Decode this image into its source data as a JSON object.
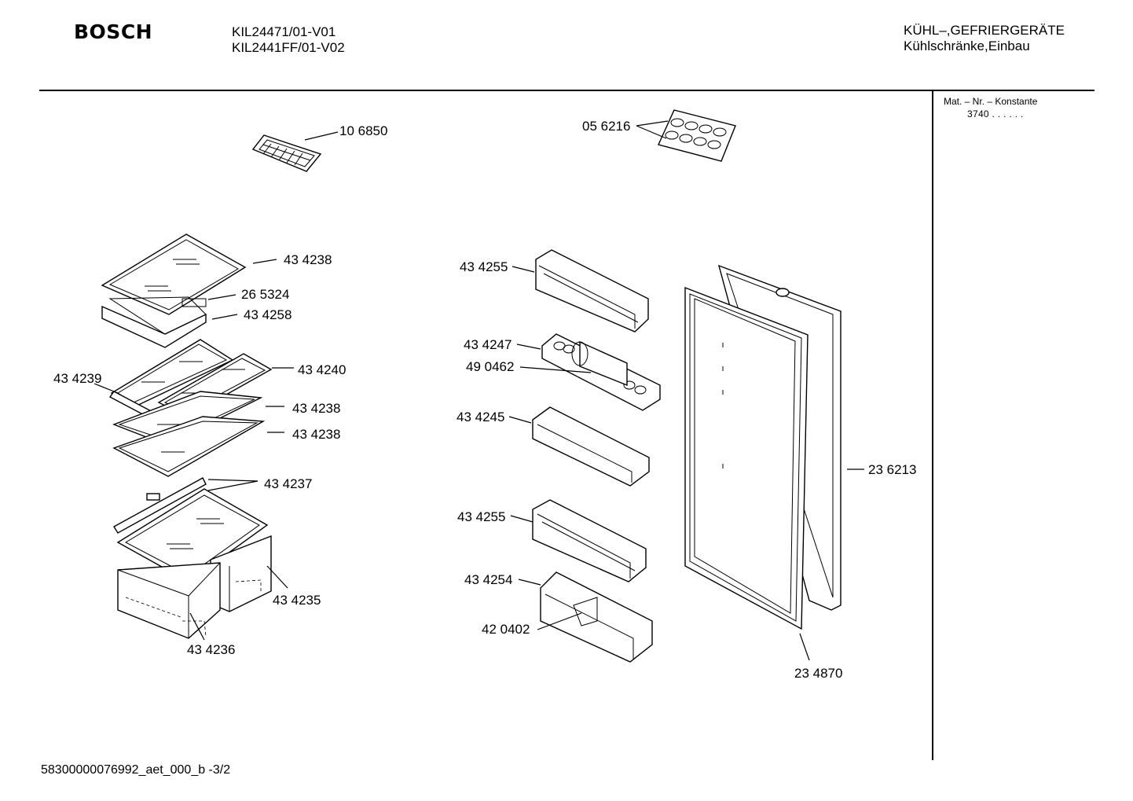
{
  "header": {
    "brand": "BOSCH",
    "model_1": "KIL24471/01-V01",
    "model_2": "KIL2441FF/01-V02",
    "category_1": "KÜHL–,GEFRIERGERÄTE",
    "category_2": "Kühlschränke,Einbau"
  },
  "sidebar": {
    "mat_label": "Mat. – Nr. – Konstante",
    "mat_value": "3740 . .   . . . ."
  },
  "footer": {
    "doc_id": "58300000076992_aet_000_b  -3/2"
  },
  "parts": [
    {
      "id": "ice-tray",
      "number": "10 6850"
    },
    {
      "id": "egg-tray",
      "number": "05 6216"
    },
    {
      "id": "glass-shelf-top",
      "number": "43 4238"
    },
    {
      "id": "shelf-bracket",
      "number": "26 5324"
    },
    {
      "id": "shelf-drawer",
      "number": "43 4258"
    },
    {
      "id": "split-shelf-left",
      "number": "43 4239"
    },
    {
      "id": "split-shelf-right",
      "number": "43 4240"
    },
    {
      "id": "glass-shelf-2",
      "number": "43 4238"
    },
    {
      "id": "glass-shelf-3",
      "number": "43 4238"
    },
    {
      "id": "crisper-cover",
      "number": "43 4237"
    },
    {
      "id": "crisper-right",
      "number": "43 4235"
    },
    {
      "id": "crisper-left",
      "number": "43 4236"
    },
    {
      "id": "door-shelf-top",
      "number": "43 4255"
    },
    {
      "id": "butter-shelf",
      "number": "43 4247"
    },
    {
      "id": "butter-lid",
      "number": "49 0462"
    },
    {
      "id": "door-shelf-mid",
      "number": "43 4245"
    },
    {
      "id": "door-shelf-lower",
      "number": "43 4255"
    },
    {
      "id": "bottle-shelf",
      "number": "43 4254"
    },
    {
      "id": "bottle-divider",
      "number": "42 0402"
    },
    {
      "id": "door-panel",
      "number": "23 6213"
    },
    {
      "id": "door-gasket",
      "number": "23 4870"
    }
  ]
}
